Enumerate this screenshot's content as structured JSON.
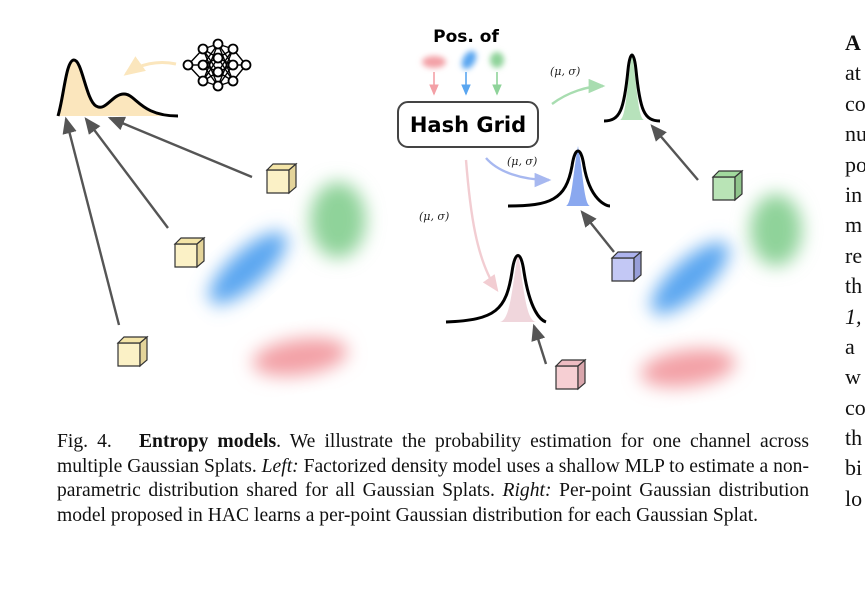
{
  "figure": {
    "pos_of_label": "Pos. of",
    "hash_grid_label": "Hash Grid",
    "mu_sigma_label": "(μ, σ)",
    "colors": {
      "factorized_fill": "#fbe6bd",
      "green": "#8fd39a",
      "blue": "#5aa6f0",
      "red": "#f3a0a6",
      "cube_yellow": "#fbf1c6",
      "cube_green": "#b9e4b6",
      "cube_blue": "#c3c8f5",
      "cube_pink": "#f6cfd3",
      "arrow": "#555555"
    }
  },
  "caption": {
    "fig_number": "Fig. 4.",
    "title": "Entropy models",
    "sentence1": ". We illustrate the probability estimation for one channel across multiple Gaussian Splats. ",
    "left_label": "Left:",
    "left_text": " Factorized density model uses a shallow MLP to estimate a non-parametric distribution shared for all Gaussian Splats. ",
    "right_label": "Right:",
    "right_text": " Per-point Gaussian distribution model proposed in HAC learns a per-point Gaussian distribution for each Gaussian Splat."
  },
  "side_column": {
    "lines": [
      "A",
      "at",
      "co",
      "nu",
      "po",
      "in",
      "m",
      "re",
      "th",
      "1,",
      "a",
      "w",
      "co",
      "th",
      "bi",
      "lo"
    ]
  }
}
